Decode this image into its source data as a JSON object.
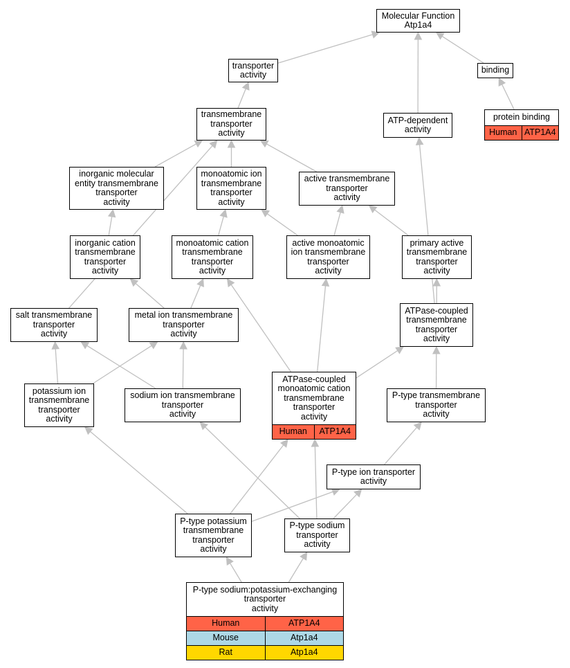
{
  "nodes": {
    "molecular_function": {
      "label": "Molecular Function\nAtp1a4"
    },
    "transporter_activity": {
      "label": "transporter\nactivity"
    },
    "binding": {
      "label": "binding"
    },
    "protein_binding": {
      "label": "protein binding",
      "annotations": [
        {
          "species": "Human",
          "gene": "ATP1A4"
        }
      ]
    },
    "transmembrane_transporter_activity": {
      "label": "transmembrane\ntransporter\nactivity"
    },
    "atp_dependent_activity": {
      "label": "ATP-dependent\nactivity"
    },
    "inorganic_molecular_entity_tta": {
      "label": "inorganic molecular\nentity transmembrane\ntransporter\nactivity"
    },
    "monoatomic_ion_tta": {
      "label": "monoatomic ion\ntransmembrane\ntransporter\nactivity"
    },
    "active_tta": {
      "label": "active transmembrane\ntransporter\nactivity"
    },
    "inorganic_cation_tta": {
      "label": "inorganic cation\ntransmembrane\ntransporter\nactivity"
    },
    "monoatomic_cation_tta": {
      "label": "monoatomic cation\ntransmembrane\ntransporter\nactivity"
    },
    "active_monoatomic_ion_tta": {
      "label": "active monoatomic\nion transmembrane\ntransporter\nactivity"
    },
    "primary_active_tta": {
      "label": "primary active\ntransmembrane\ntransporter\nactivity"
    },
    "salt_tta": {
      "label": "salt transmembrane\ntransporter\nactivity"
    },
    "metal_ion_tta": {
      "label": "metal ion transmembrane\ntransporter\nactivity"
    },
    "atpase_coupled_tta": {
      "label": "ATPase-coupled\ntransmembrane\ntransporter\nactivity"
    },
    "potassium_ion_tta": {
      "label": "potassium ion\ntransmembrane\ntransporter\nactivity"
    },
    "sodium_ion_tta": {
      "label": "sodium ion transmembrane\ntransporter\nactivity"
    },
    "atpase_coupled_monoatomic_cation_tta": {
      "label": "ATPase-coupled\nmonoatomic cation\ntransmembrane\ntransporter\nactivity",
      "annotations": [
        {
          "species": "Human",
          "gene": "ATP1A4"
        }
      ]
    },
    "p_type_tta": {
      "label": "P-type transmembrane\ntransporter\nactivity"
    },
    "p_type_ion_transporter_activity": {
      "label": "P-type ion transporter\nactivity"
    },
    "p_type_potassium_tta": {
      "label": "P-type potassium\ntransmembrane\ntransporter\nactivity"
    },
    "p_type_sodium_transporter_activity": {
      "label": "P-type sodium\ntransporter\nactivity"
    },
    "p_type_sodium_potassium_exchanging": {
      "label": "P-type sodium:potassium-exchanging\ntransporter\nactivity",
      "annotations": [
        {
          "species": "Human",
          "gene": "ATP1A4"
        },
        {
          "species": "Mouse",
          "gene": "Atp1a4"
        },
        {
          "species": "Rat",
          "gene": "Atp1a4"
        }
      ]
    }
  },
  "edges": [
    [
      "transporter_activity",
      "molecular_function"
    ],
    [
      "binding",
      "molecular_function"
    ],
    [
      "atp_dependent_activity",
      "molecular_function"
    ],
    [
      "protein_binding",
      "binding"
    ],
    [
      "transmembrane_transporter_activity",
      "transporter_activity"
    ],
    [
      "inorganic_molecular_entity_tta",
      "transmembrane_transporter_activity"
    ],
    [
      "monoatomic_ion_tta",
      "transmembrane_transporter_activity"
    ],
    [
      "active_tta",
      "transmembrane_transporter_activity"
    ],
    [
      "salt_tta",
      "transmembrane_transporter_activity"
    ],
    [
      "inorganic_cation_tta",
      "inorganic_molecular_entity_tta"
    ],
    [
      "monoatomic_cation_tta",
      "monoatomic_ion_tta"
    ],
    [
      "active_monoatomic_ion_tta",
      "monoatomic_ion_tta"
    ],
    [
      "active_monoatomic_ion_tta",
      "active_tta"
    ],
    [
      "primary_active_tta",
      "active_tta"
    ],
    [
      "metal_ion_tta",
      "inorganic_cation_tta"
    ],
    [
      "metal_ion_tta",
      "monoatomic_cation_tta"
    ],
    [
      "atpase_coupled_monoatomic_cation_tta",
      "monoatomic_cation_tta"
    ],
    [
      "atpase_coupled_monoatomic_cation_tta",
      "active_monoatomic_ion_tta"
    ],
    [
      "atpase_coupled_tta",
      "primary_active_tta"
    ],
    [
      "atpase_coupled_tta",
      "atp_dependent_activity"
    ],
    [
      "potassium_ion_tta",
      "salt_tta"
    ],
    [
      "potassium_ion_tta",
      "metal_ion_tta"
    ],
    [
      "sodium_ion_tta",
      "salt_tta"
    ],
    [
      "sodium_ion_tta",
      "metal_ion_tta"
    ],
    [
      "atpase_coupled_monoatomic_cation_tta",
      "atpase_coupled_tta"
    ],
    [
      "p_type_tta",
      "atpase_coupled_tta"
    ],
    [
      "p_type_ion_transporter_activity",
      "p_type_tta"
    ],
    [
      "p_type_potassium_tta",
      "potassium_ion_tta"
    ],
    [
      "p_type_potassium_tta",
      "atpase_coupled_monoatomic_cation_tta"
    ],
    [
      "p_type_potassium_tta",
      "p_type_ion_transporter_activity"
    ],
    [
      "p_type_sodium_transporter_activity",
      "sodium_ion_tta"
    ],
    [
      "p_type_sodium_transporter_activity",
      "atpase_coupled_monoatomic_cation_tta"
    ],
    [
      "p_type_sodium_transporter_activity",
      "p_type_ion_transporter_activity"
    ],
    [
      "p_type_sodium_potassium_exchanging",
      "p_type_potassium_tta"
    ],
    [
      "p_type_sodium_potassium_exchanging",
      "p_type_sodium_transporter_activity"
    ]
  ],
  "species_colors": {
    "Human": "#ff6347",
    "Mouse": "#add8e6",
    "Rat": "#ffd700"
  },
  "edge_color": "#c0c0c0"
}
